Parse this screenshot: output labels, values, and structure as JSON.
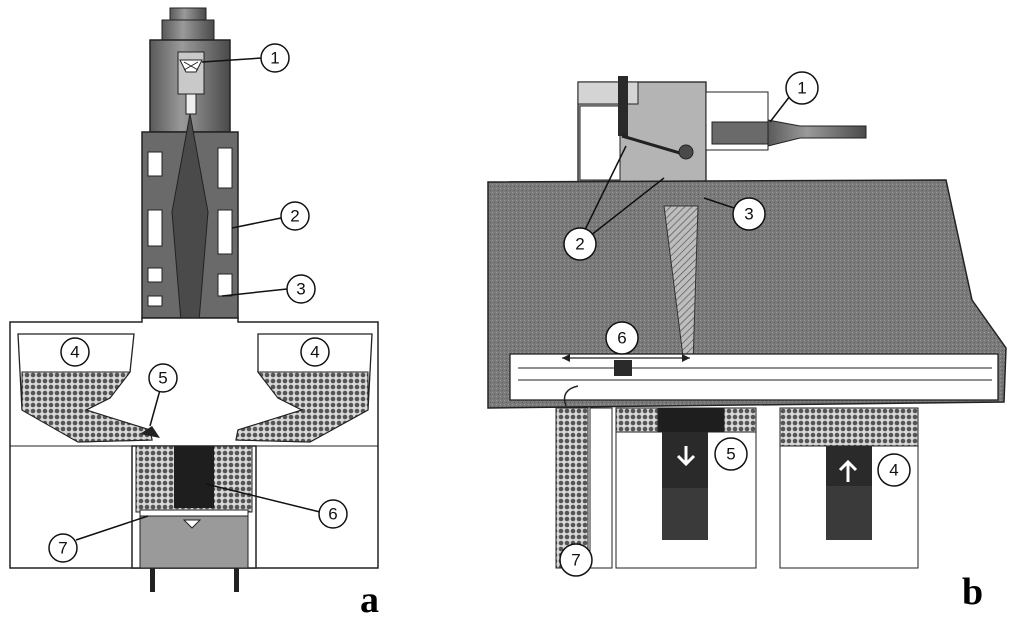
{
  "figure": {
    "panel_a": {
      "label": "a",
      "callouts": [
        "1",
        "2",
        "3",
        "4",
        "4",
        "5",
        "6",
        "7"
      ]
    },
    "panel_b": {
      "label": "b",
      "callouts": [
        "1",
        "2",
        "3",
        "4",
        "5",
        "6",
        "7"
      ]
    }
  },
  "colors": {
    "ink": "#1a1a1a",
    "dark_fill": "#3a3a3a",
    "mid_fill": "#6e6e6e",
    "light_fill": "#a8a8a8",
    "stipple": "#8a8a8a",
    "paper": "#ffffff"
  }
}
